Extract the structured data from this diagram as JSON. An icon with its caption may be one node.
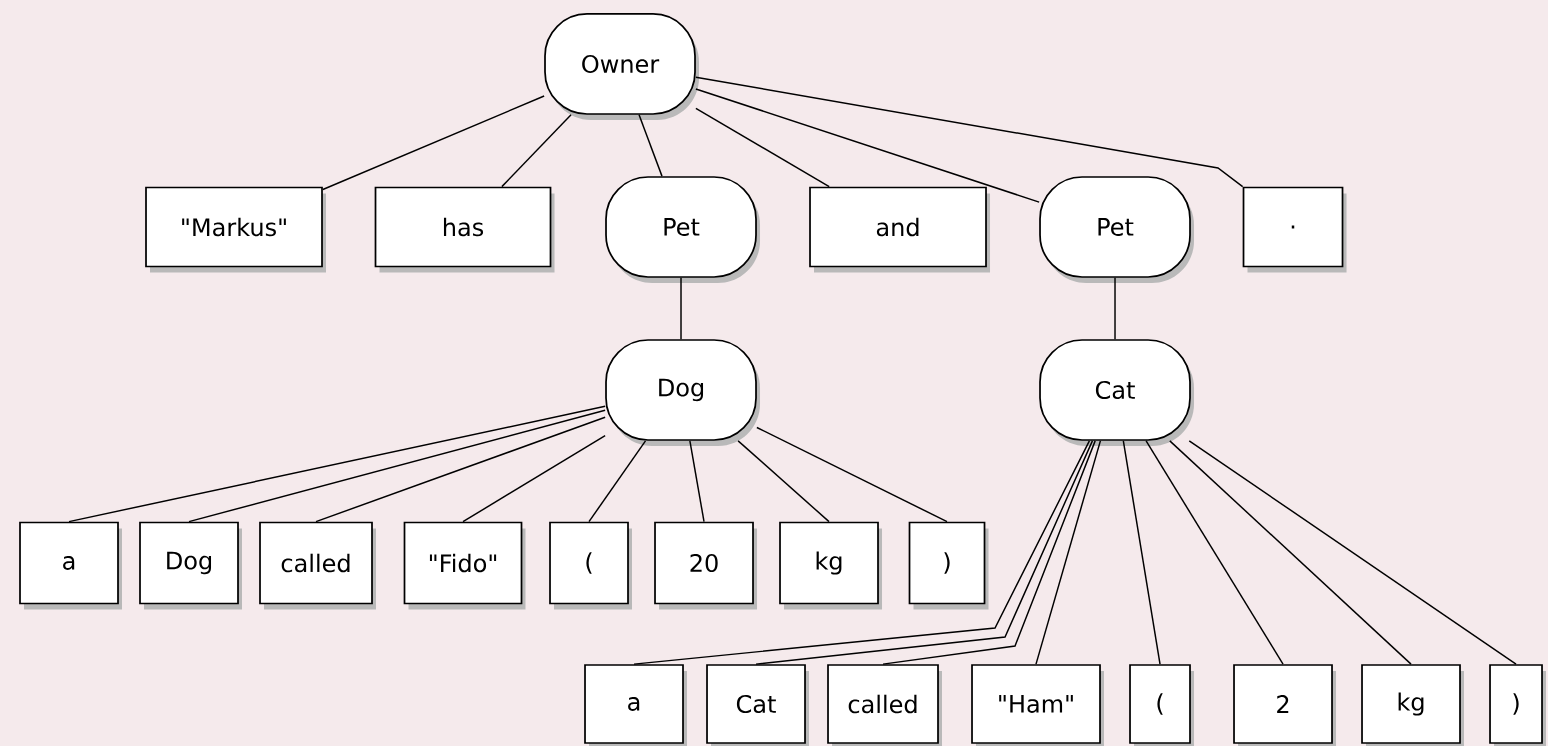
{
  "diagram": {
    "nodes": [
      {
        "text": [
          "Owner"
        ]
      },
      {
        "text": [
          "\"Markus\""
        ]
      },
      {
        "text": [
          "has"
        ]
      },
      {
        "text": [
          "Pet"
        ]
      },
      {
        "text": [
          "and"
        ]
      },
      {
        "text": [
          "Pet"
        ]
      },
      {
        "text": [
          "."
        ]
      },
      {
        "text": [
          "Dog"
        ]
      },
      {
        "text": [
          "Cat"
        ]
      },
      {
        "text": [
          "a"
        ]
      },
      {
        "text": [
          "Dog"
        ]
      },
      {
        "text": [
          "called"
        ]
      },
      {
        "text": [
          "\"Fido\""
        ]
      },
      {
        "text": [
          "("
        ]
      },
      {
        "text": [
          "20"
        ]
      },
      {
        "text": [
          "kg"
        ]
      },
      {
        "text": [
          ")"
        ]
      },
      {
        "text": [
          "a"
        ]
      },
      {
        "text": [
          "Cat"
        ]
      },
      {
        "text": [
          "called"
        ]
      },
      {
        "text": [
          "\"Ham\""
        ]
      },
      {
        "text": [
          "("
        ]
      },
      {
        "text": [
          "2"
        ]
      },
      {
        "text": [
          "kg"
        ]
      },
      {
        "text": [
          ")"
        ]
      }
    ],
    "edges": [
      {
        "from": 0,
        "to": 1,
        "arrow": "none"
      },
      {
        "from": 0,
        "to": 2,
        "arrow": "none"
      },
      {
        "from": 0,
        "to": 3,
        "arrow": "none"
      },
      {
        "from": 0,
        "to": 4,
        "arrow": "none"
      },
      {
        "from": 0,
        "to": 5,
        "arrow": "none"
      },
      {
        "from": 0,
        "to": 6,
        "arrow": "none"
      },
      {
        "from": 3,
        "to": 7,
        "arrow": "none"
      },
      {
        "from": 5,
        "to": 8,
        "arrow": "none"
      },
      {
        "from": 7,
        "to": 9,
        "arrow": "none"
      },
      {
        "from": 7,
        "to": 10,
        "arrow": "none"
      },
      {
        "from": 7,
        "to": 11,
        "arrow": "none"
      },
      {
        "from": 7,
        "to": 12,
        "arrow": "none"
      },
      {
        "from": 7,
        "to": 13,
        "arrow": "none"
      },
      {
        "from": 7,
        "to": 14,
        "arrow": "none"
      },
      {
        "from": 7,
        "to": 15,
        "arrow": "none"
      },
      {
        "from": 7,
        "to": 16,
        "arrow": "none"
      },
      {
        "from": 8,
        "to": 17,
        "arrow": "none"
      },
      {
        "from": 8,
        "to": 18,
        "arrow": "none"
      },
      {
        "from": 8,
        "to": 19,
        "arrow": "none"
      },
      {
        "from": 8,
        "to": 20,
        "arrow": "none"
      },
      {
        "from": 8,
        "to": 21,
        "arrow": "none"
      },
      {
        "from": 8,
        "to": 22,
        "arrow": "none"
      },
      {
        "from": 8,
        "to": 23,
        "arrow": "none"
      },
      {
        "from": 8,
        "to": 24,
        "arrow": "none"
      }
    ]
  }
}
